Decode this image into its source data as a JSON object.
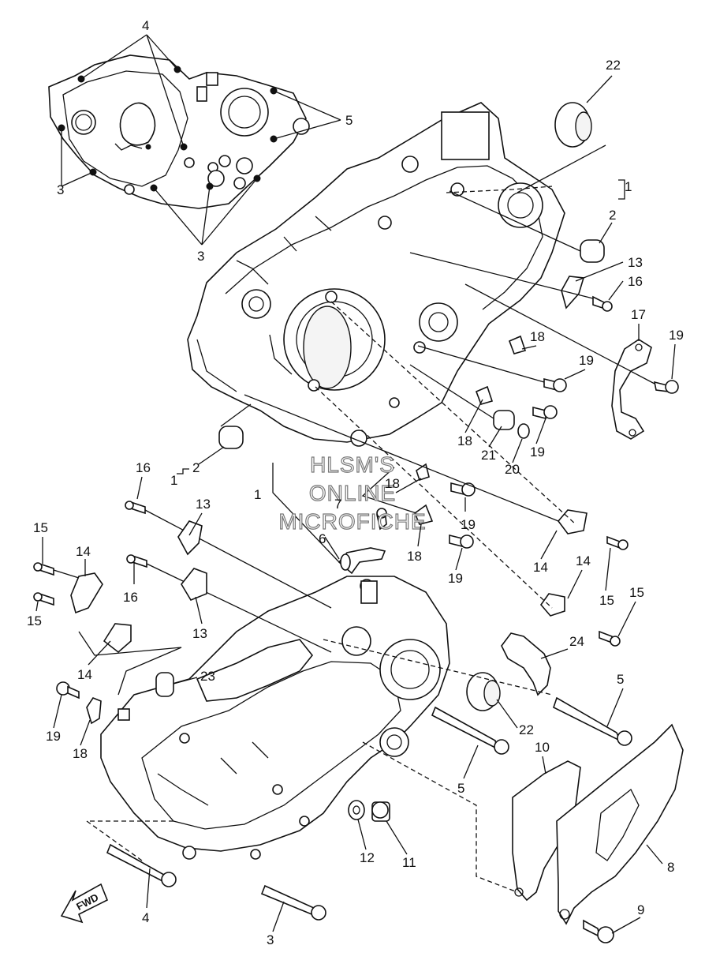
{
  "watermark": {
    "line1": "HLSM'S",
    "line2": "ONLINE",
    "line3": "MICROFICHE"
  },
  "direction_marker": "FWD",
  "callouts": {
    "c4_top": "4",
    "c5_top": "5",
    "c3_left": "3",
    "c3_bottom": "3",
    "c22_top": "22",
    "c1_right": "1",
    "c2_right": "2",
    "c13_right": "13",
    "c16_right": "16",
    "c17": "17",
    "c19_far": "19",
    "c18_upper": "18",
    "c19_upper": "19",
    "c18_mid": "18",
    "c21": "21",
    "c19_mid": "19",
    "c20": "20",
    "c2_left": "2",
    "c1_left": "1",
    "c16_left": "16",
    "c13_left": "13",
    "c1_mid": "1",
    "c18_center": "18",
    "c7": "7",
    "c19_center": "19",
    "c6": "6",
    "c18_center2": "18",
    "c19_center2": "19",
    "c14_right": "14",
    "c15_right": "15",
    "c14_right2": "14",
    "c15_right2": "15",
    "c15_left": "15",
    "c14_left": "14",
    "c16_left2": "16",
    "c15_left2": "15",
    "c13_left2": "13",
    "c14_left2": "14",
    "c24": "24",
    "c23": "23",
    "c5_right": "5",
    "c22_lower": "22",
    "c19_left": "19",
    "c18_left": "18",
    "c10": "10",
    "c5_lower": "5",
    "c12": "12",
    "c11": "11",
    "c8": "8",
    "c9": "9",
    "c4_bottom": "4",
    "c3_bottom2": "3"
  }
}
